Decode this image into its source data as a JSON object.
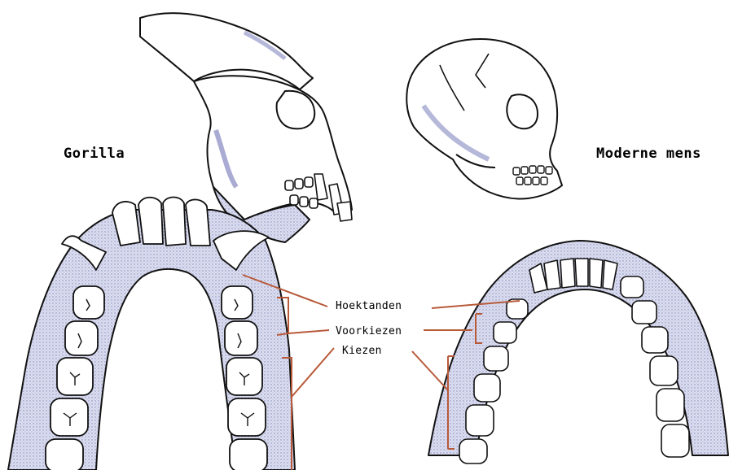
{
  "labels": {
    "gorilla": "Gorilla",
    "human": "Moderne mens",
    "canines": "Hoektanden",
    "premolars": "Voorkiezen",
    "molars": "Kiezen"
  },
  "colors": {
    "leader_line": "#b85a3a",
    "ink": "#111111",
    "shade": "#c7c9e6",
    "background": "#ffffff"
  },
  "images": {
    "gorilla_skull": "gorilla-skull",
    "human_skull": "human-skull",
    "gorilla_jaw": "gorilla-lower-jaw",
    "human_jaw": "human-lower-jaw"
  }
}
